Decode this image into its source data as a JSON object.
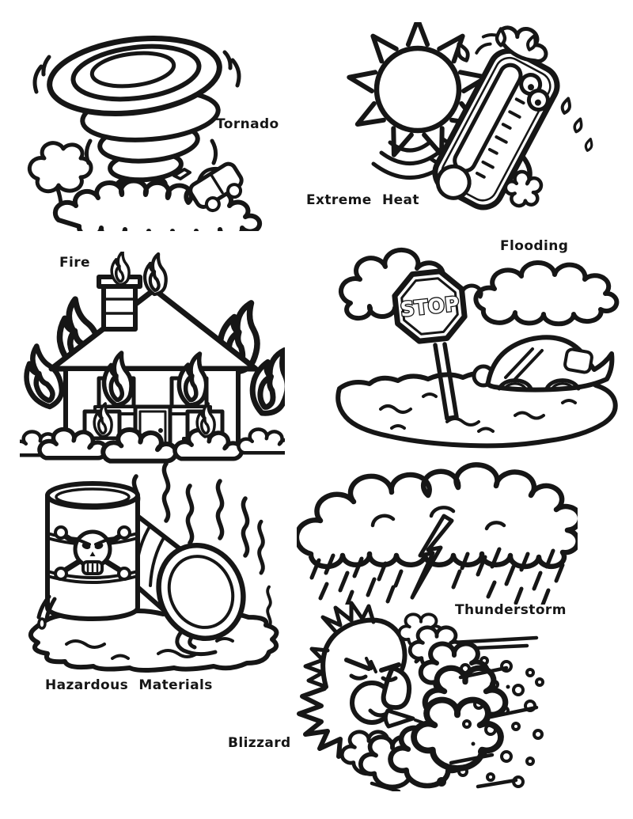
{
  "page": {
    "background": "#ffffff",
    "ink": "#161616"
  },
  "scenes": {
    "tornado": {
      "label": "Tornado"
    },
    "extreme_heat": {
      "label": "Extreme Heat"
    },
    "fire": {
      "label": "Fire"
    },
    "flooding": {
      "label": "Flooding",
      "sign_text": "STOP"
    },
    "hazardous_materials": {
      "label": "Hazardous Materials"
    },
    "thunderstorm": {
      "label": "Thunderstorm"
    },
    "blizzard": {
      "label": "Blizzard"
    }
  }
}
